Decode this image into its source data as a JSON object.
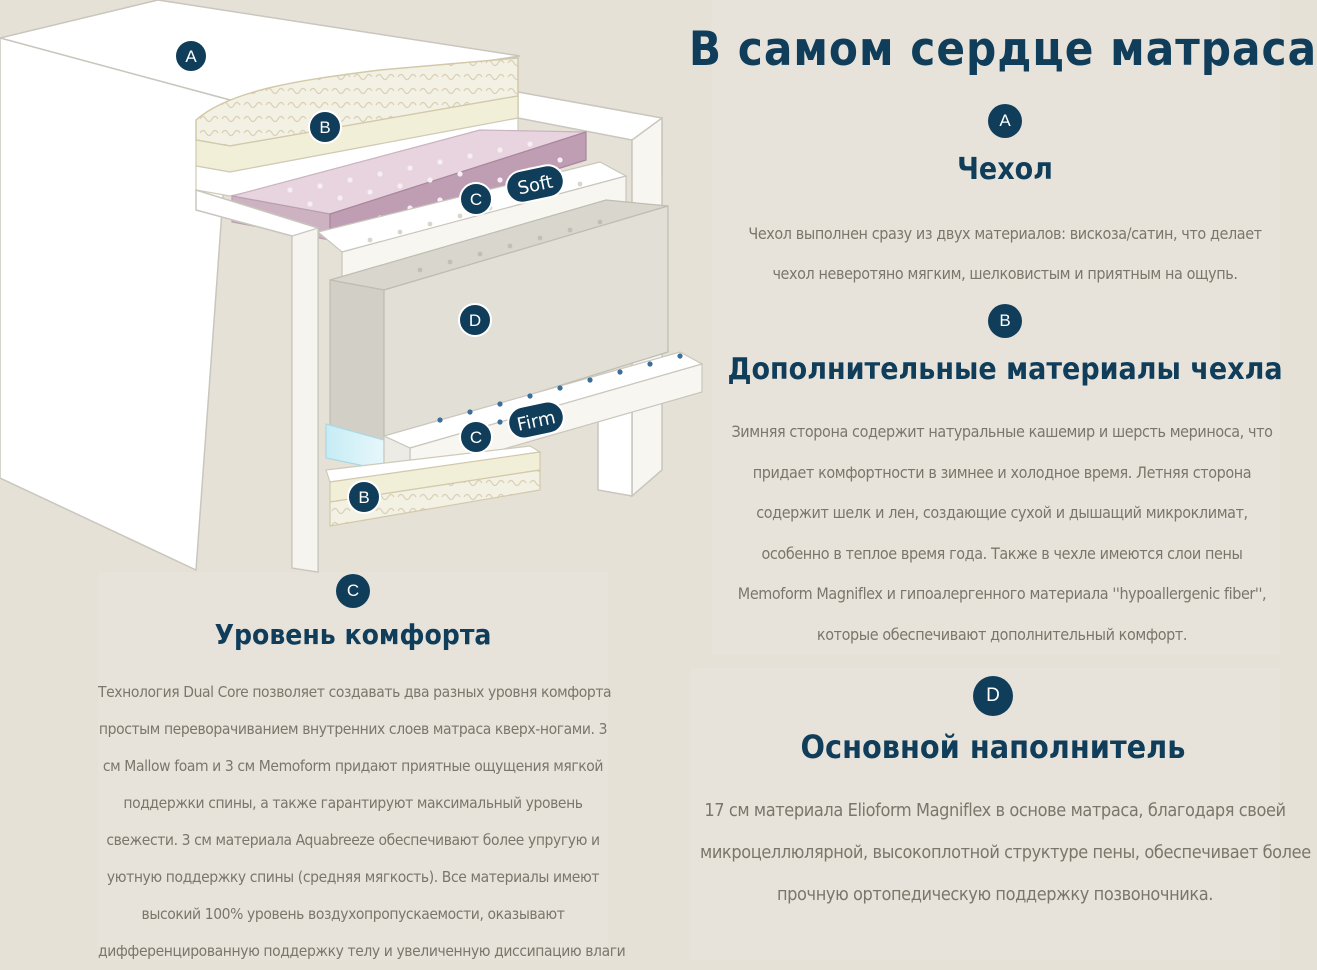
{
  "title": "В самом сердце матраса",
  "colors": {
    "accent": "#0f3d5a",
    "background": "#e6e1d6",
    "text": "#7b766b"
  },
  "diagram": {
    "labels": {
      "a": "A",
      "b_top": "B",
      "c_top": "C",
      "d": "D",
      "c_bottom": "C",
      "b_bottom": "B"
    },
    "soft_label": "Soft",
    "firm_label": "Firm"
  },
  "sections": {
    "a": {
      "badge": "A",
      "heading": "Чехол",
      "lines": [
        "Чехол выполнен сразу из двух материалов: вискоза/сатин, что делает",
        "чехол неверотяно мягким, шелковистым и приятным на ощупь."
      ]
    },
    "b": {
      "badge": "B",
      "heading": "Дополнительные материалы чехла",
      "lines": [
        "Зимняя сторона содержит натуральные кашемир и шерсть мериноса, что",
        "придает комфортности в зимнее и холодное время. Летняя сторона",
        "содержит шелк и лен, создающие сухой и дышащий микроклимат,",
        "особенно в теплое время года. Также в чехле имеются слои пены",
        "Memoform Magniflex и гипоалергенного материала ''hypoallergenic fiber'',",
        "которые обеспечивают дополнительный комфорт."
      ]
    },
    "c": {
      "badge": "C",
      "heading": "Уровень комфорта",
      "lines": [
        "Технология Dual Core позволяет создавать два разных уровня комфорта",
        "простым переворачиванием внутренних слоев матраса кверх-ногами. 3",
        "см Mallow foam и 3 см Memoform придают приятные ощущения мягкой",
        "поддержки спины, а также гарантируют максимальный уровень",
        "свежести. 3 см материала Aquabreeze обеспечивают более упругую и",
        "уютную поддержку спины (средняя мягкость). Все материалы имеют",
        "высокий 100% уровень воздухопропускаемости, оказывают",
        "дифференцированную поддержку телу и увеличенную диссипацию влаги"
      ]
    },
    "d": {
      "badge": "D",
      "heading": "Основной наполнитель",
      "lines": [
        "17 см материала Elioform Magniflex в основе матраса, благодаря своей",
        "микроцеллюлярной, высокоплотной структуре пены, обеспечивает более",
        "прочную ортопедическую поддержку позвоночника."
      ]
    }
  }
}
